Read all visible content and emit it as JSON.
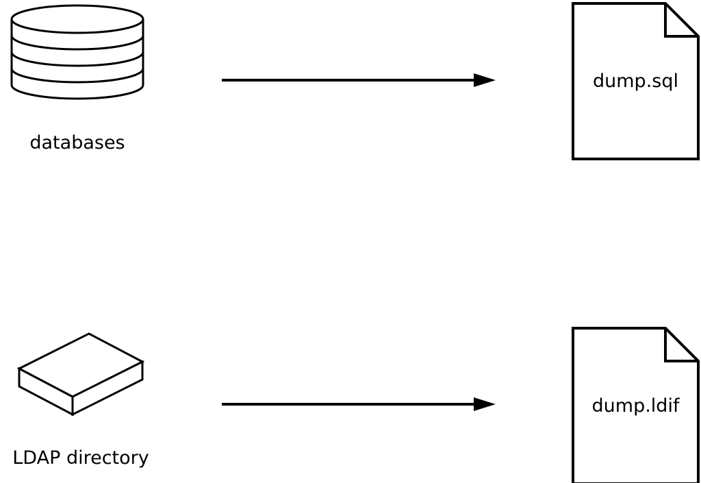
{
  "diagram": {
    "rows": [
      {
        "source": {
          "icon": "database-cylinder-icon",
          "label": "databases"
        },
        "arrow": "right-arrow",
        "target": {
          "icon": "document-icon",
          "label": "dump.sql"
        }
      },
      {
        "source": {
          "icon": "box-icon",
          "label": "LDAP directory"
        },
        "arrow": "right-arrow",
        "target": {
          "icon": "document-icon",
          "label": "dump.ldif"
        }
      }
    ],
    "colors": {
      "stroke": "#000000",
      "background": "#ffffff"
    }
  }
}
